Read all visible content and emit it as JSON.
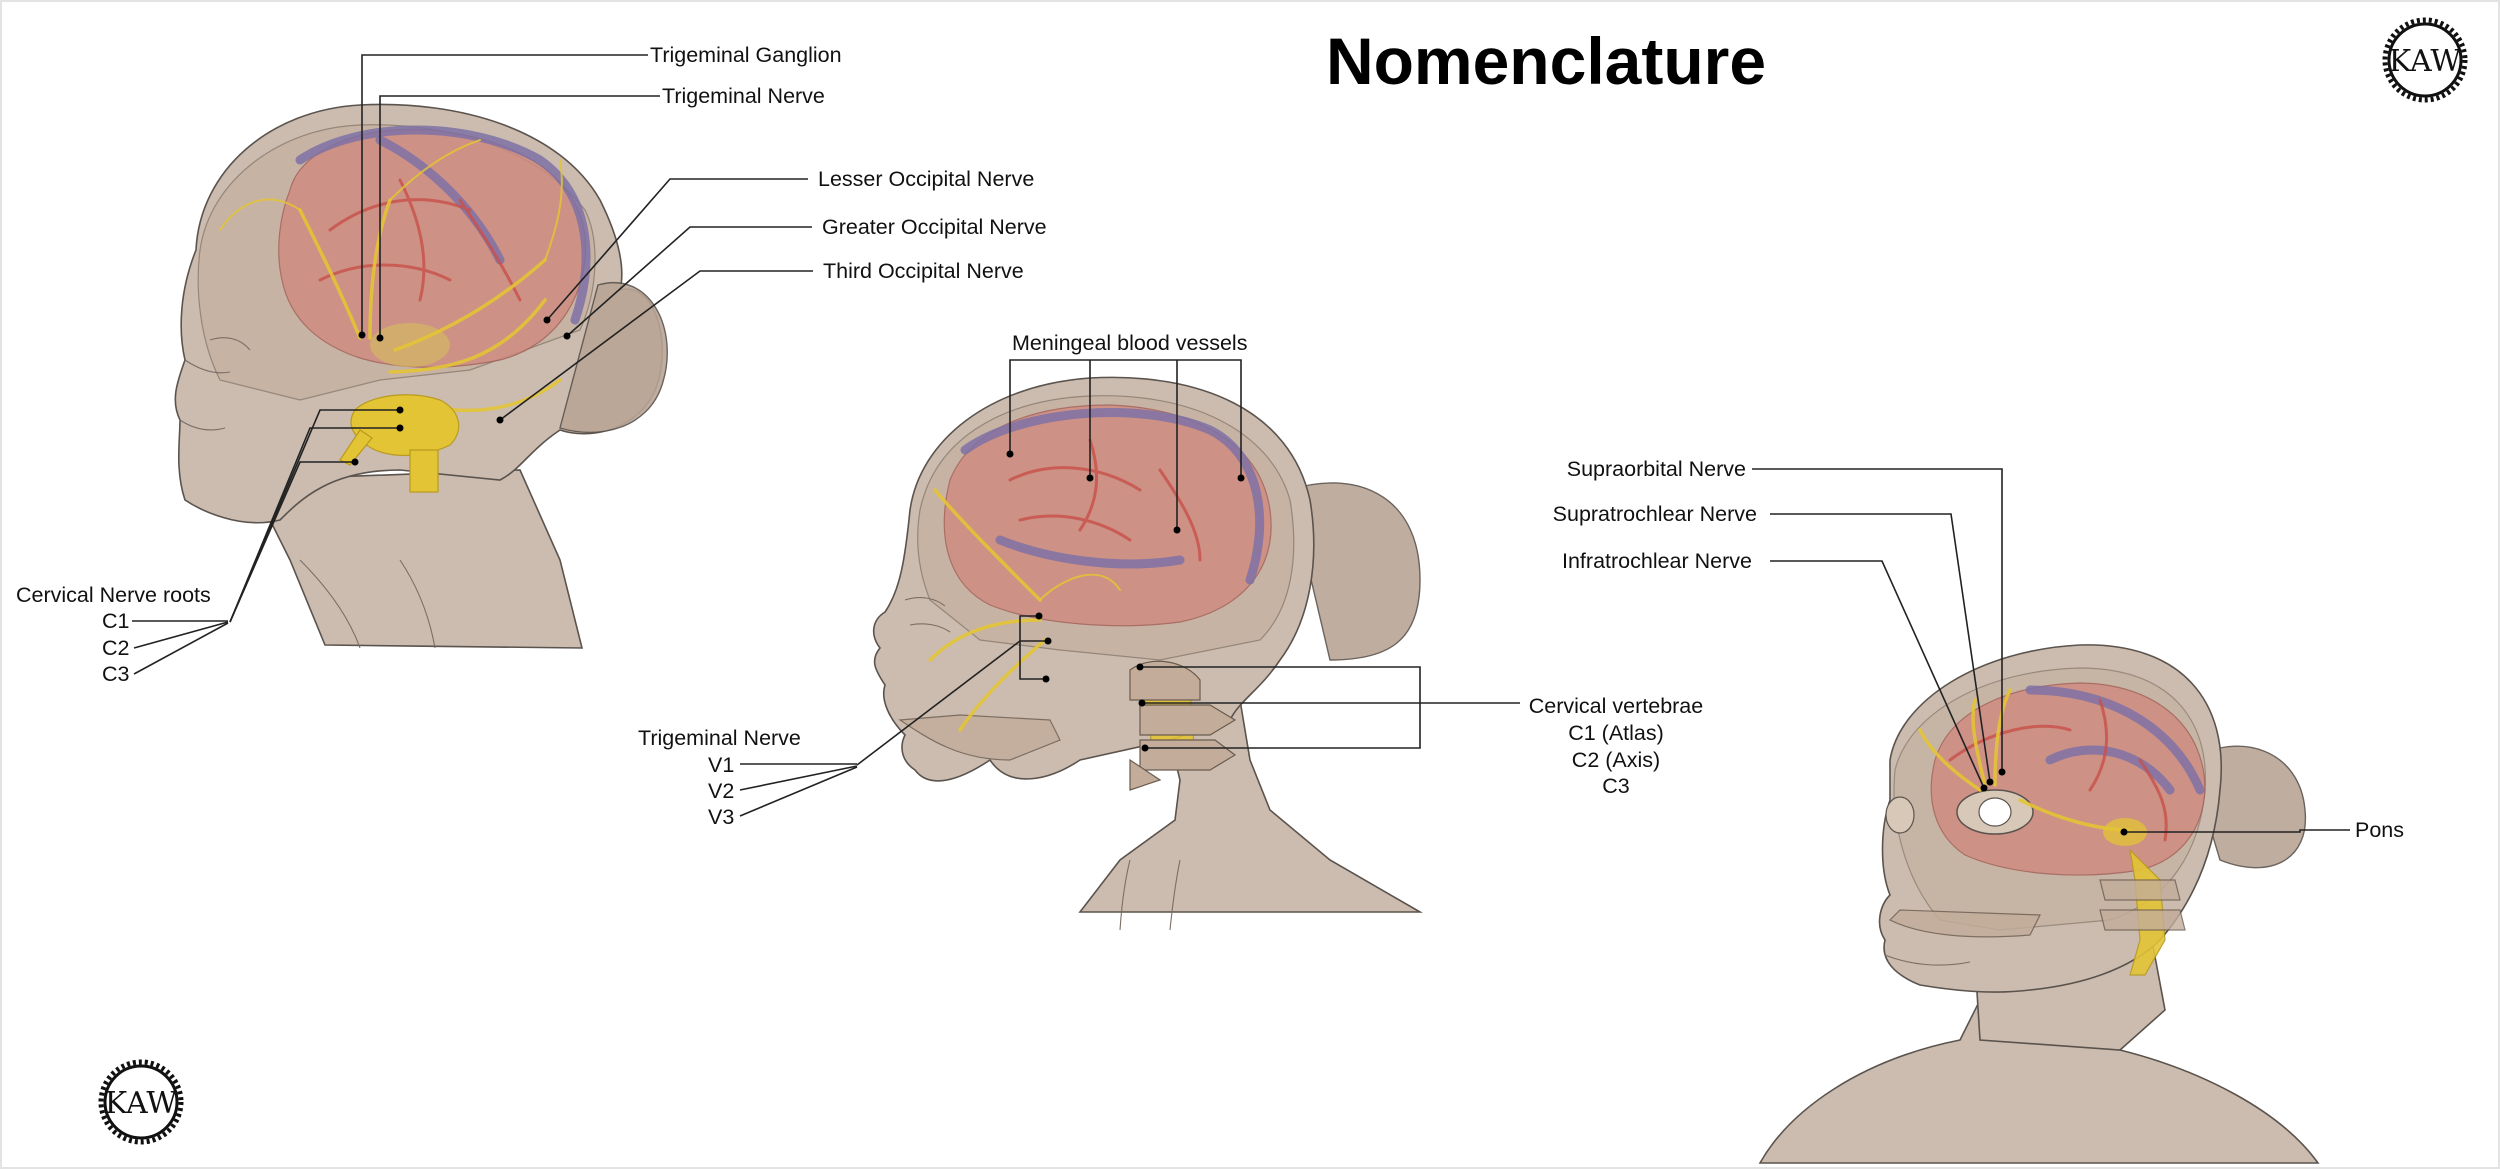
{
  "title": "Nomenclature",
  "logo": {
    "text": "KAW"
  },
  "figure_1": {
    "labels": {
      "trigeminal_ganglion": "Trigeminal Ganglion",
      "trigeminal_nerve": "Trigeminal Nerve",
      "lesser_occipital": "Lesser Occipital Nerve",
      "greater_occipital": "Greater Occipital Nerve",
      "third_occipital": "Third Occipital Nerve",
      "cervical_roots": "Cervical Nerve roots",
      "c1": "C1",
      "c2": "C2",
      "c3": "C3"
    }
  },
  "figure_2": {
    "labels": {
      "meningeal": "Meningeal blood vessels",
      "trigeminal_nerve": "Trigeminal Nerve",
      "v1": "V1",
      "v2": "V2",
      "v3": "V3",
      "cervical_vertebrae": "Cervical vertebrae",
      "c1_atlas": "C1 (Atlas)",
      "c2_axis": "C2 (Axis)",
      "c3": "C3"
    }
  },
  "figure_3": {
    "labels": {
      "supraorbital": "Supraorbital Nerve",
      "supratrochlear": "Supratrochlear Nerve",
      "infratrochlear": "Infratrochlear Nerve",
      "pons": "Pons"
    }
  },
  "colors": {
    "skin": "#cbbcaf",
    "brain": "#cf8a7f",
    "nerve": "#e3c435",
    "sinus": "#7e71a6",
    "artery": "#c8504a"
  }
}
